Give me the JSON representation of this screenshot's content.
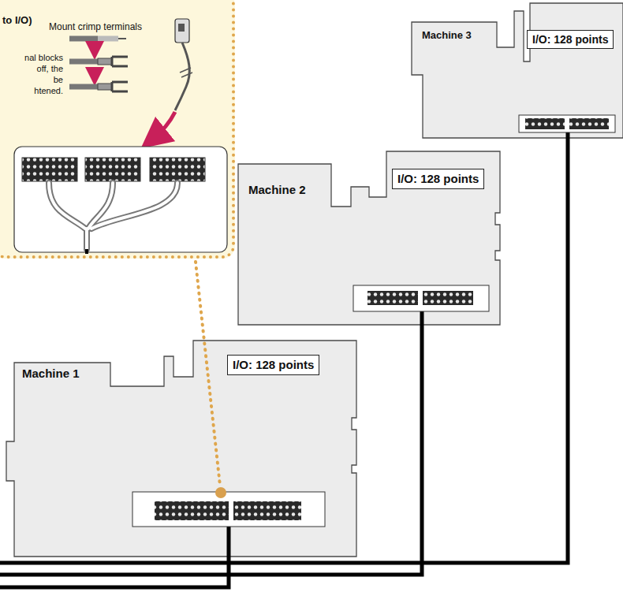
{
  "diagram": {
    "nodes": [
      {
        "text": [
          "to I/O)",
          "Mount crimp terminals",
          "nal blocks off, the be htened."
        ]
      },
      {
        "text": [
          "Machine 3"
        ]
      },
      {
        "text": [
          "I/O: 128 points"
        ],
        "in": 1
      },
      {
        "text": [
          "Machine 2"
        ]
      },
      {
        "text": [
          "I/O: 128 points"
        ],
        "in": 3
      },
      {
        "text": [
          "Machine 1"
        ]
      },
      {
        "text": [
          "I/O: 128 points"
        ],
        "in": 5
      }
    ]
  }
}
